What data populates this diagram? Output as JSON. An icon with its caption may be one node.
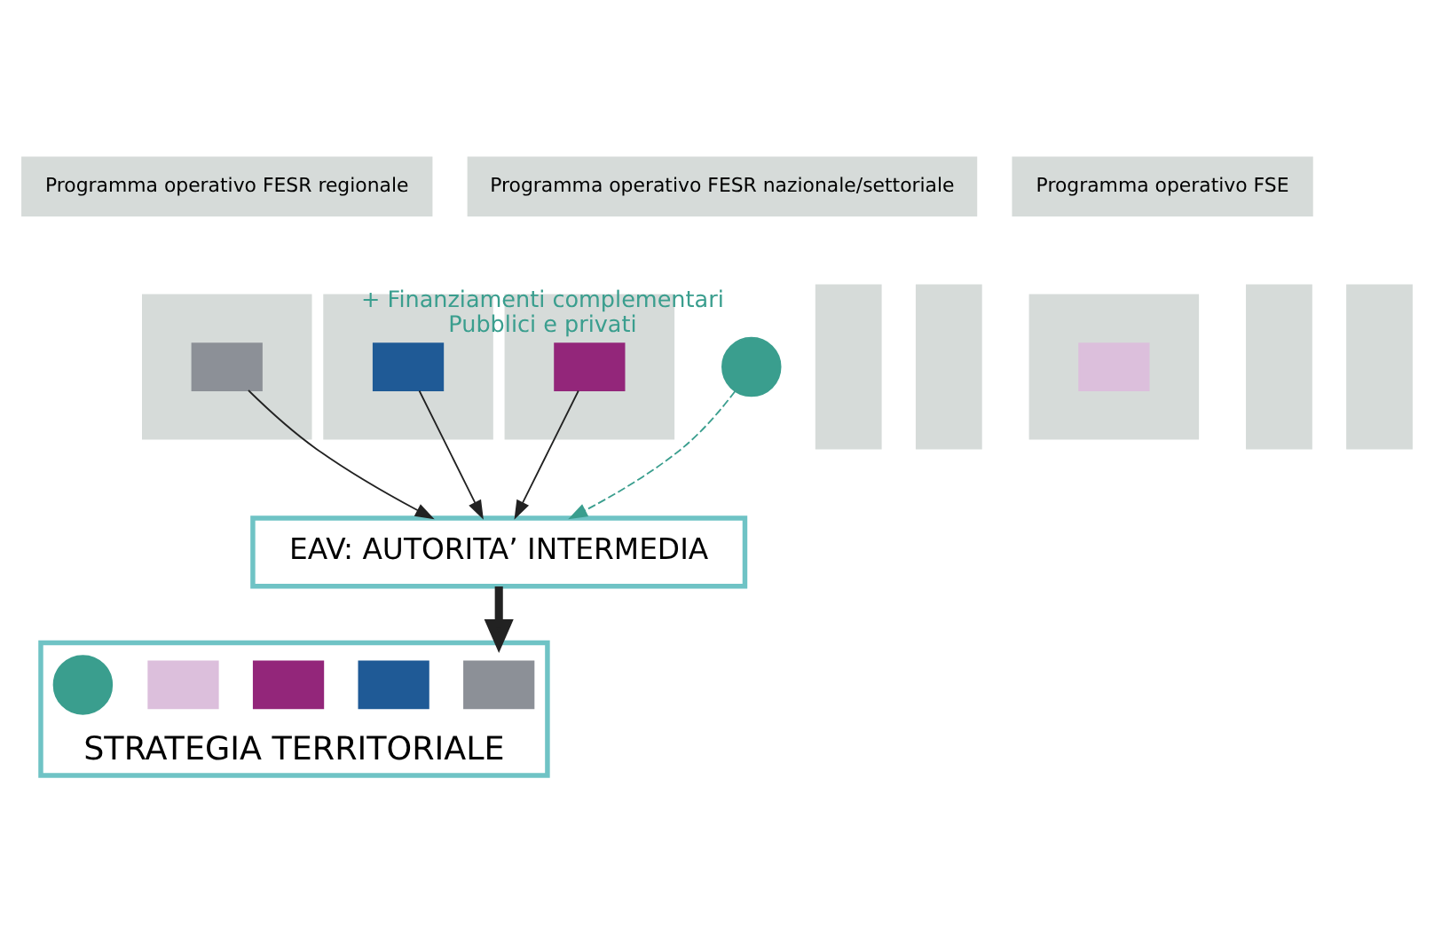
{
  "diagram": {
    "nodes": [
      {
        "text": [
          "Programma operativo FESR regionale"
        ]
      },
      {
        "text": [
          "Programma operativo FESR nazionale/settoriale"
        ]
      },
      {
        "text": [
          "Programma operativo FSE"
        ]
      },
      {
        "text": [],
        "shape": "bar"
      },
      {
        "text": [],
        "shape": "bar"
      },
      {
        "text": [],
        "shape": "bar"
      },
      {
        "text": [],
        "shape": "bar"
      },
      {
        "text": [],
        "shape": "bar"
      },
      {
        "text": [],
        "shape": "bar"
      },
      {
        "text": [],
        "shape": "bar"
      },
      {
        "text": [],
        "shape": "bar"
      },
      {
        "text": [],
        "shape": "box",
        "in": 3
      },
      {
        "text": [],
        "shape": "box",
        "in": 5
      },
      {
        "text": [],
        "shape": "box",
        "in": 6
      },
      {
        "text": [],
        "shape": "box",
        "in": 8
      },
      {
        "text": [
          "EAV: AUTORITA’ INTERMEDIA"
        ]
      },
      {
        "text": [
          "STRATEGIA TERRITORIALE"
        ]
      },
      {
        "text": [],
        "shape": "box",
        "in": 16
      },
      {
        "text": [],
        "shape": "box",
        "in": 16
      },
      {
        "text": [],
        "shape": "box",
        "in": 16
      },
      {
        "text": [],
        "shape": "box",
        "in": 16
      },
      {
        "text": [],
        "shape": "circle",
        "in": 16
      },
      {
        "text": [],
        "shape": "circle",
        "beside": [
          "+ Finanziamenti complementari",
          "Pubblici e privati"
        ]
      }
    ],
    "edges": [
      {
        "from": 11,
        "to": 15,
        "arrow": "to"
      },
      {
        "from": 12,
        "to": 15,
        "arrow": "to"
      },
      {
        "from": 13,
        "to": 15,
        "arrow": "to"
      },
      {
        "from": 15,
        "to": 16,
        "arrow": "to",
        "style": "thick"
      },
      {
        "from": 22,
        "to": 15,
        "arrow": "to",
        "style": "dashed",
        "color": "#3a9e8e"
      }
    ]
  }
}
